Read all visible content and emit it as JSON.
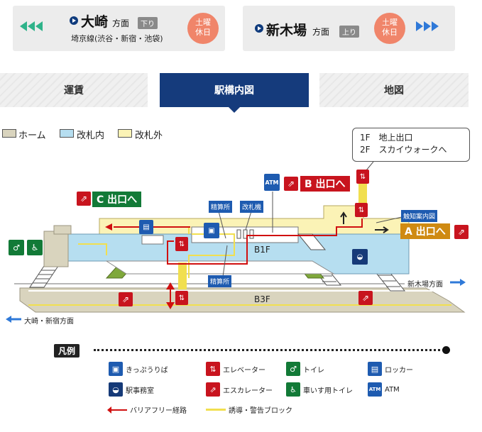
{
  "directions": {
    "left": {
      "destination": "大崎",
      "suffix": "方面",
      "tag": "下り",
      "line": "埼京線(渋谷・新宿・池袋)",
      "holiday": [
        "土曜",
        "休日"
      ],
      "arrow_color": "#2fb38a"
    },
    "right": {
      "destination": "新木場",
      "suffix": "方面",
      "tag": "上り",
      "holiday": [
        "土曜",
        "休日"
      ],
      "arrow_color": "#2f79d8"
    }
  },
  "tabs": [
    {
      "label": "運賃",
      "active": false
    },
    {
      "label": "駅構内図",
      "active": true
    },
    {
      "label": "地図",
      "active": false
    }
  ],
  "area_key": [
    {
      "label": "ホーム",
      "color": "#d9d4be"
    },
    {
      "label": "改札内",
      "color": "#b6def0"
    },
    {
      "label": "改札外",
      "color": "#fbf3b6"
    }
  ],
  "map": {
    "callout": [
      "1F　地上出口",
      "2F　スカイウォークへ"
    ],
    "exits": {
      "c": "C 出口へ",
      "b": "B 出口へ",
      "a": "A 出口へ"
    },
    "atm_badge": "ATM",
    "facilities": {
      "fare_adjust_upper": "精算所",
      "ticket_gate": "改札機",
      "fare_adjust_lower": "精算所",
      "tactile_map": "触知案内図"
    },
    "floors": {
      "b1": "B1F",
      "b3": "B3F"
    },
    "directions": {
      "shinkiba": "新木場方面",
      "osaki": "大崎・新宿方面"
    },
    "colors": {
      "platform": "#d9d4be",
      "inside_gate": "#b6def0",
      "outside_gate": "#fbf3b6",
      "barrier_free_route": "#d01010",
      "guide_block": "#f1df4f"
    }
  },
  "legend": {
    "title": "凡例",
    "items": [
      {
        "icon": "ticket-machine-icon",
        "label": "きっぷうりば",
        "color": "#1e5bb0"
      },
      {
        "icon": "elevator-icon",
        "label": "エレベーター",
        "color": "#c8141e"
      },
      {
        "icon": "toilet-icon",
        "label": "トイレ",
        "color": "#127a37"
      },
      {
        "icon": "locker-icon",
        "label": "ロッカー",
        "color": "#1e5bb0"
      },
      {
        "icon": "station-office-icon",
        "label": "駅事務室",
        "color": "#163a78"
      },
      {
        "icon": "escalator-icon",
        "label": "エスカレーター",
        "color": "#c8141e"
      },
      {
        "icon": "wheelchair-toilet-icon",
        "label": "車いす用トイレ",
        "color": "#127a37"
      },
      {
        "icon": "atm-icon",
        "label": "ATM",
        "color": "#1e5bb0",
        "badge_text": "ATM"
      },
      {
        "icon": "barrier-free-route-line",
        "label": "バリアフリー経路",
        "color": "#d01010"
      },
      {
        "icon": "guide-block-line",
        "label": "誘導・警告ブロック",
        "color": "#f1df4f"
      }
    ]
  }
}
